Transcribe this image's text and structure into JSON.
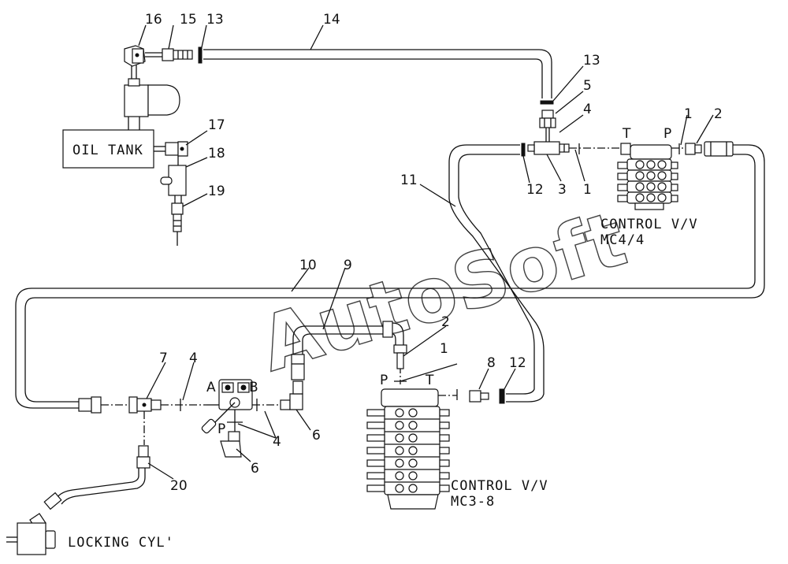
{
  "labels": {
    "oil_tank": "OIL TANK",
    "cv1_name": "CONTROL V/V",
    "cv1_model": "MC4/4",
    "cv2_name": "CONTROL V/V",
    "cv2_model": "MC3-8",
    "locking_cyl": "LOCKING CYL'",
    "port_t1": "T",
    "port_p1": "P",
    "port_p2": "P",
    "port_t2": "T",
    "port_a": "A",
    "port_b": "B",
    "port_p3": "P"
  },
  "part_numbers": {
    "n16": "16",
    "n15": "15",
    "n13a": "13",
    "n14": "14",
    "n13b": "13",
    "n5": "5",
    "n4a": "4",
    "n1a": "1",
    "n2a": "2",
    "n17": "17",
    "n18": "18",
    "n19": "19",
    "n11": "11",
    "n12a": "12",
    "n3": "3",
    "n1b": "1",
    "n10": "10",
    "n9": "9",
    "n2b": "2",
    "n1c": "1",
    "n7": "7",
    "n4b": "4",
    "n8": "8",
    "n12b": "12",
    "n4c": "4",
    "n6a": "6",
    "n6b": "6",
    "n20": "20"
  },
  "watermark": "AutoSoft"
}
